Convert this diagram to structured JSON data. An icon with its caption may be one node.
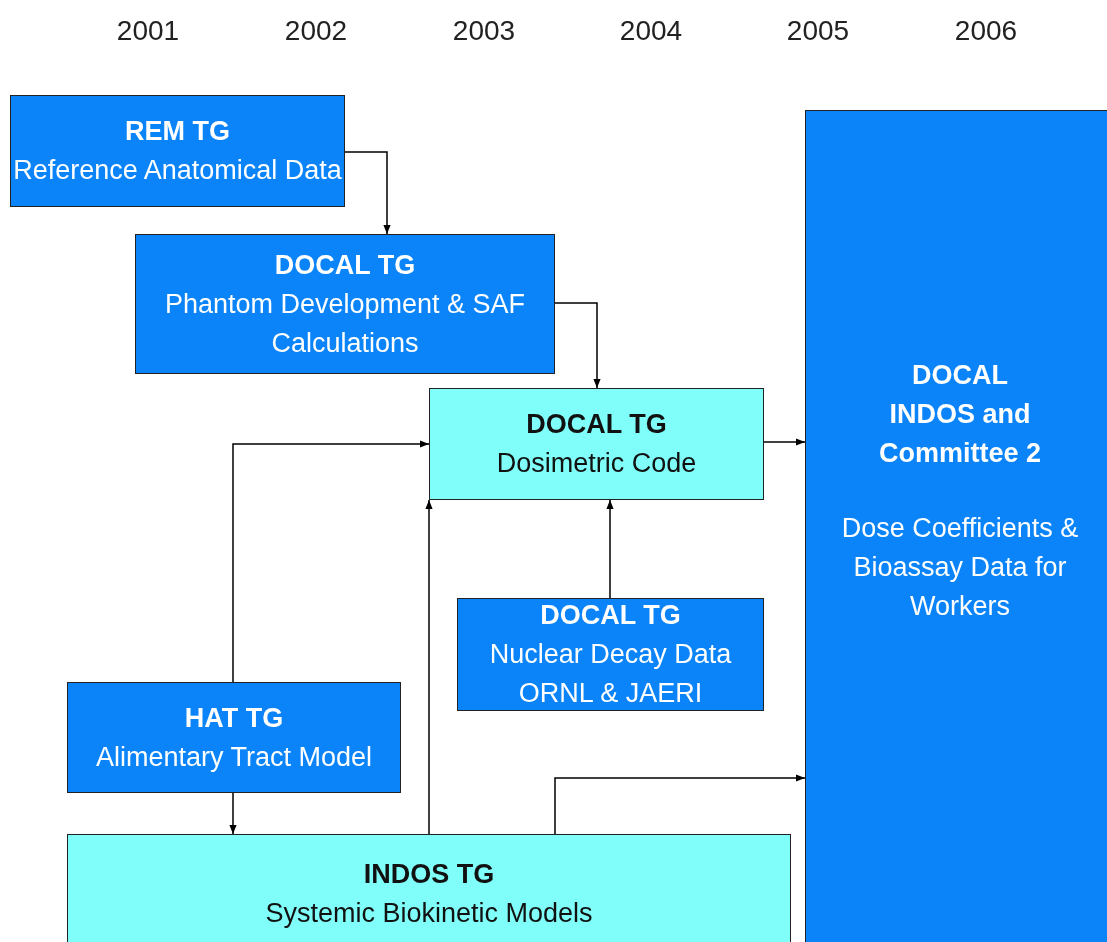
{
  "diagram": {
    "nodes": [
      {
        "text": [
          "REM TG",
          "Reference Anatomical Data"
        ]
      },
      {
        "text": [
          "DOCAL TG",
          "Phantom Development & SAF Calculations"
        ]
      },
      {
        "text": [
          "DOCAL TG",
          "Dosimetric Code"
        ]
      },
      {
        "text": [
          "DOCAL TG",
          "Nuclear Decay Data ORNL & JAERI"
        ]
      },
      {
        "text": [
          "HAT TG",
          "Alimentary Tract Model"
        ]
      },
      {
        "text": [
          "INDOS TG",
          "Systemic Biokinetic Models"
        ]
      },
      {
        "text": [
          "DOCAL INDOS and Committee 2",
          "Dose Coefficients & Bioassay Data for Workers"
        ]
      }
    ],
    "edges": [
      {
        "from": 0,
        "to": 1,
        "arrow": "to"
      },
      {
        "from": 1,
        "to": 2,
        "arrow": "to"
      },
      {
        "from": 2,
        "to": 6,
        "arrow": "to"
      },
      {
        "from": 3,
        "to": 2,
        "arrow": "to"
      },
      {
        "from": 4,
        "to": 2,
        "arrow": "to"
      },
      {
        "from": 4,
        "to": 5,
        "arrow": "to"
      },
      {
        "from": 5,
        "to": 2,
        "arrow": "to"
      },
      {
        "from": 5,
        "to": 6,
        "arrow": "to"
      }
    ],
    "labels": [
      "2001",
      "2002",
      "2003",
      "2004",
      "2005",
      "2006"
    ]
  }
}
